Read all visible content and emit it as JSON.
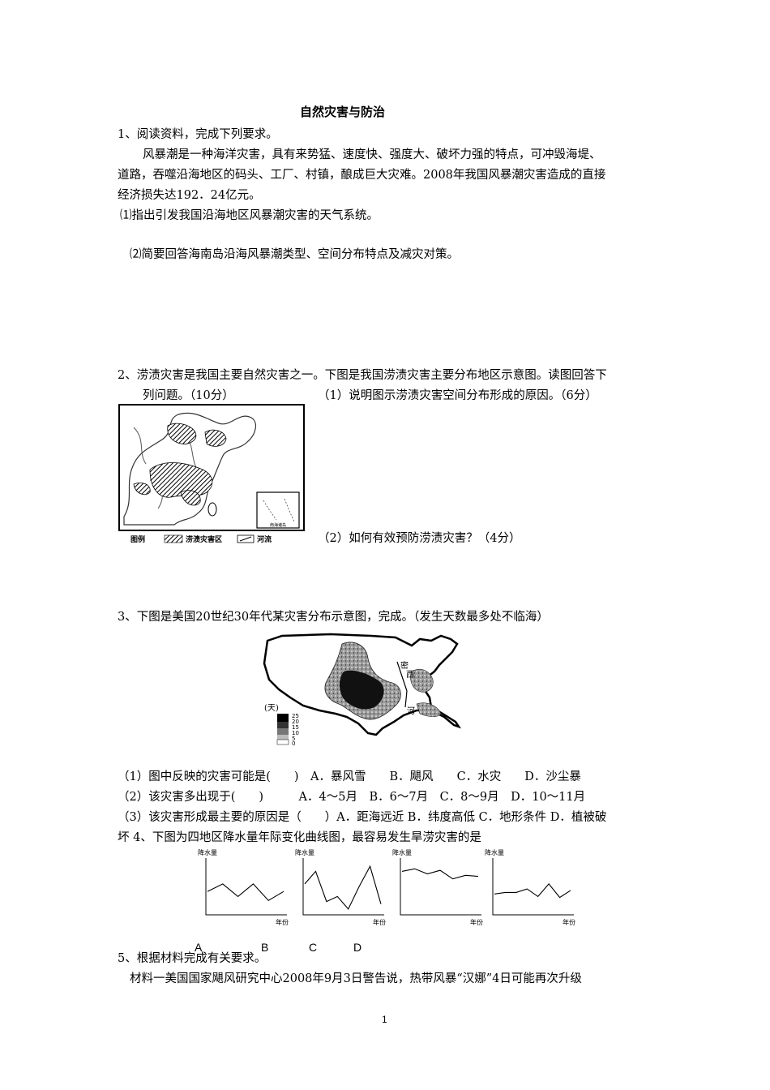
{
  "title": "自然灾害与防治",
  "q1": {
    "intro": "1、阅读资料，完成下列要求。",
    "p1": "风暴潮是一种海洋灾害，具有来势猛、速度快、强度大、破坏力强的特点，可冲毁海堤、",
    "p2": "道路，吞噬沿海地区的码头、工厂、村镇，酿成巨大灾难。2008年我国风暴潮灾害造成的直接",
    "p3": "经济损失达192．24亿元。",
    "s1": "⑴指出引发我国沿海地区风暴潮灾害的天气系统。",
    "s2": "⑵简要回答海南岛沿海风暴潮类型、空间分布特点及减灾对策。"
  },
  "q2": {
    "intro": "2、涝渍灾害是我国主要自然灾害之一。下图是我国涝渍灾害主要分布地区示意图。读图回答下",
    "intro2": "列问题。（10分）",
    "s1": "（1）说明图示涝渍灾害空间分布形成的原因。（6分）",
    "s2": "（2）如何有效预防涝渍灾害？（4分）",
    "map_legend": "图例",
    "map_legend_area": "涝渍灾害区",
    "map_legend_river": "河流",
    "map_inset": "南海诸岛"
  },
  "q3": {
    "intro": "3、下图是美国20世纪30年代某灾害分布示意图，完成。（发生天数最多处不临海）",
    "legend_unit": "(天)",
    "legend_values": [
      "25",
      "20",
      "15",
      "10",
      "5",
      "0"
    ],
    "label_mi1": "密",
    "label_mi2": "西",
    "label_he": "河",
    "s1": "（1）图中反映的灾害可能是(　　)　A．暴风雪　　B．飓风　　C．水灾　　D．沙尘暴",
    "s2": "（2）该灾害多出现于(　　)　　　A．4～5月　B．6～7月　C．8～9月　D．10～11月",
    "s3": "（3）该灾害形成最主要的原因是（　　）A．距海远近 B．纬度高低 C．地形条件 D．植被破",
    "s3b": "坏 4、下图为四地区降水量年际变化曲线图，最容易发生旱涝灾害的是"
  },
  "q4": {
    "ylabel": "降水量",
    "ylabel2": "降水量",
    "xlabel": "年份",
    "options": [
      "A",
      "B",
      "C",
      "D"
    ],
    "series": [
      {
        "values": [
          40,
          55,
          30,
          55,
          22,
          40
        ]
      },
      {
        "values": [
          55,
          80,
          20,
          30,
          5,
          50,
          90,
          15
        ]
      },
      {
        "values": [
          80,
          85,
          75,
          82,
          65,
          72,
          70
        ]
      },
      {
        "values": [
          35,
          38,
          38,
          45,
          30,
          55,
          28,
          42
        ]
      }
    ]
  },
  "q5": {
    "intro": "5、根据材料完成有关要求。",
    "p1": "材料一美国国家飓风研究中心2008年9月3日警告说，热带风暴“汉娜”4日可能再次升级"
  },
  "page_number": "1"
}
